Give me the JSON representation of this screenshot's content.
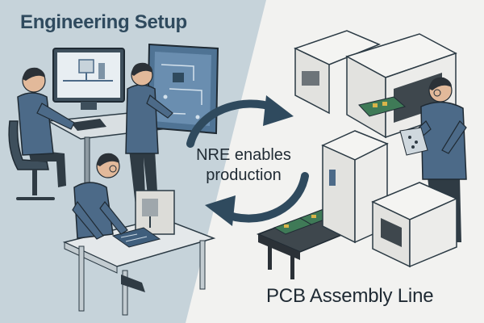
{
  "left_section": {
    "title": "Engineering Setup"
  },
  "right_section": {
    "title": "PCB Assembly Line"
  },
  "cycle": {
    "label_line1": "NRE enables",
    "label_line2": "production"
  },
  "colors": {
    "left_bg": "#c6d3da",
    "right_bg": "#f2f2f0",
    "shirt_blue": "#4c6a88",
    "dark_slate": "#2f4a5e",
    "pcb_green": "#3f7a57",
    "machine_body": "#e8e8e6"
  },
  "icons": [
    "cycle-arrows-icon"
  ]
}
